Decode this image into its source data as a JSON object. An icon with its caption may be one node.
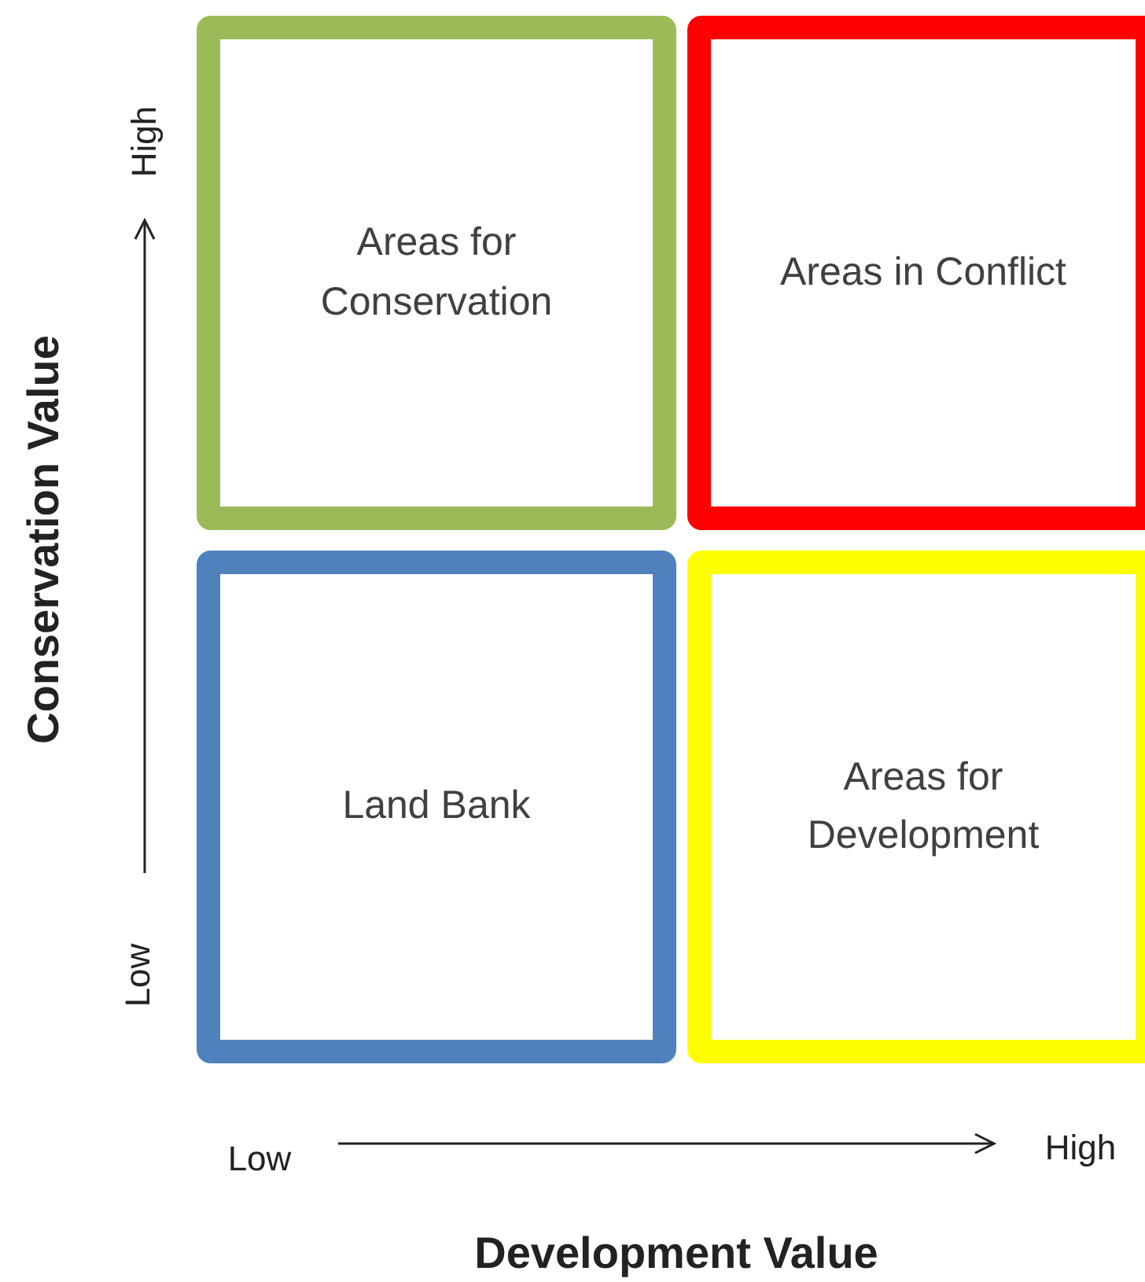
{
  "diagram": {
    "nodes": [
      {
        "text": [
          "Areas for Conservation"
        ]
      },
      {
        "text": [
          "Areas in Conflict"
        ]
      },
      {
        "text": [
          "Land Bank"
        ]
      },
      {
        "text": [
          "Areas for Development"
        ]
      }
    ],
    "edges": [],
    "labels": [
      "High",
      "Conservation Value",
      "Low",
      "Low",
      "High",
      "Development Value"
    ]
  }
}
